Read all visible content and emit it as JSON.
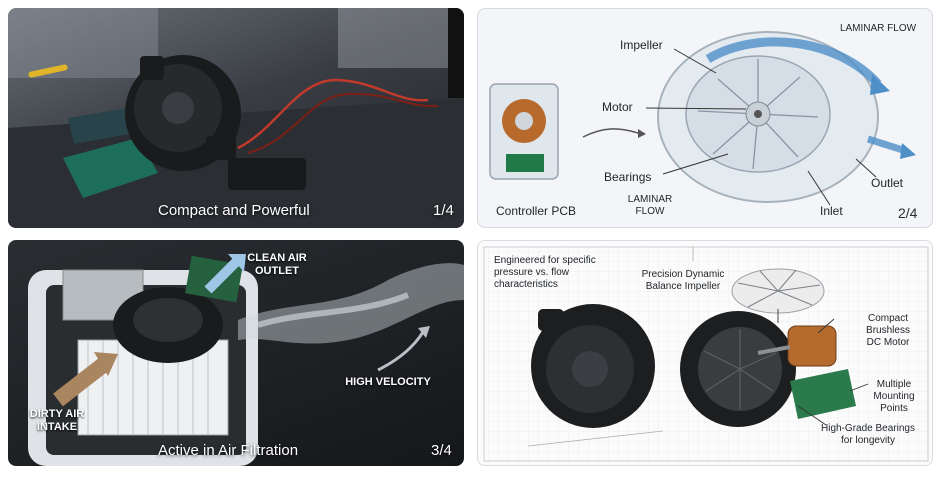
{
  "panels": {
    "p1": {
      "caption": "Compact and Powerful",
      "counter": "1/4"
    },
    "p2": {
      "counter": "2/4",
      "labels": {
        "impeller": "Impeller",
        "laminar_top": "LAMINAR FLOW",
        "motor": "Motor",
        "bearings": "Bearings",
        "laminar_bottom": "LAMINAR FLOW",
        "outlet": "Outlet",
        "inlet": "Inlet",
        "controller": "Controller PCB"
      }
    },
    "p3": {
      "caption": "Active in Air Filtration",
      "counter": "3/4",
      "labels": {
        "clean_air": "CLEAN AIR OUTLET",
        "high_velocity": "HIGH VELOCITY",
        "dirty_air": "DIRTY AIR INTAKE"
      }
    },
    "p4": {
      "labels": {
        "engineered": "Engineered for specific pressure vs. flow characteristics",
        "impeller": "Precision Dynamic Balance Impeller",
        "motor": "Compact Brushless DC Motor",
        "mounting": "Multiple Mounting Points",
        "bearings": "High-Grade Bearings for longevity"
      }
    }
  }
}
